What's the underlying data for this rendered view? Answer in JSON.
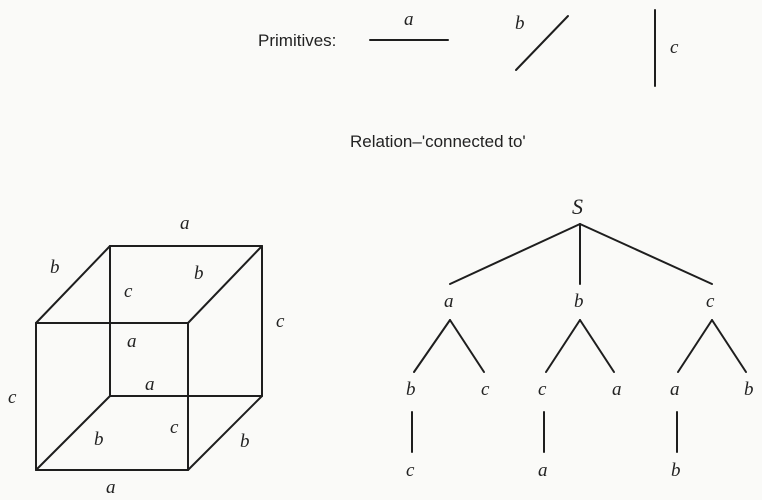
{
  "primitives": {
    "heading": "Primitives:",
    "a": "a",
    "b": "b",
    "c": "c"
  },
  "relation": "Relation–'connected to'",
  "cube": {
    "labels": [
      "a",
      "b",
      "c",
      "b",
      "c",
      "a",
      "a",
      "c",
      "c",
      "b",
      "b",
      "a"
    ]
  },
  "tree": {
    "root": "S",
    "level1": [
      "a",
      "b",
      "c"
    ],
    "level2": [
      "b",
      "c",
      "c",
      "a",
      "a",
      "b"
    ],
    "level3": [
      "c",
      "a",
      "b"
    ]
  }
}
